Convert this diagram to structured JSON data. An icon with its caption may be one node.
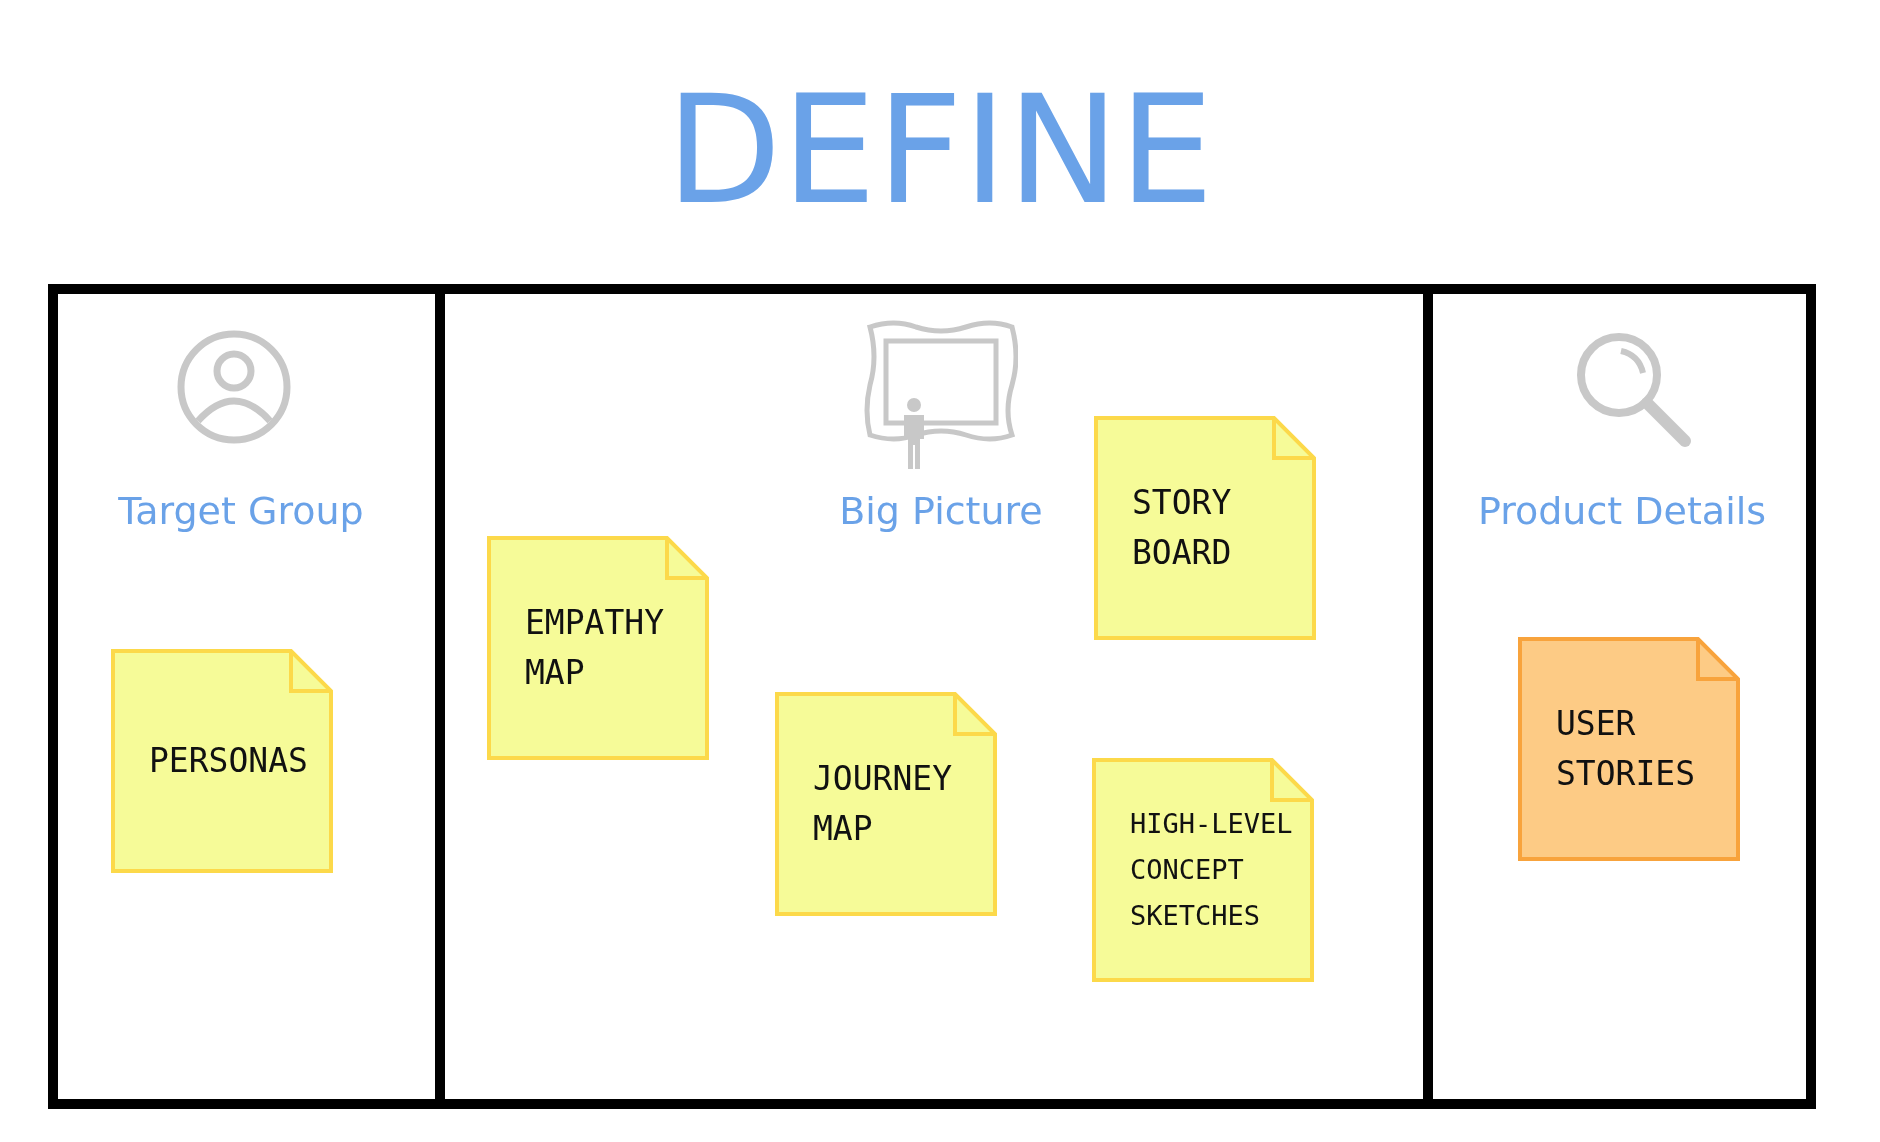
{
  "diagram": {
    "title": "DEFINE",
    "nodes": [
      {
        "text": [
          "Target Group"
        ]
      },
      {
        "text": [
          "PERSONAS"
        ],
        "in": 0
      },
      {
        "text": [
          "Big Picture"
        ]
      },
      {
        "text": [
          "STORY BOARD"
        ],
        "in": 2
      },
      {
        "text": [
          "EMPATHY MAP"
        ],
        "in": 2
      },
      {
        "text": [
          "JOURNEY MAP"
        ],
        "in": 2
      },
      {
        "text": [
          "HIGH-LEVEL CONCEPT SKETCHES"
        ],
        "in": 2
      },
      {
        "text": [
          "Product Details"
        ]
      },
      {
        "text": [
          "USER STORIES"
        ],
        "in": 7
      }
    ],
    "edges": []
  }
}
